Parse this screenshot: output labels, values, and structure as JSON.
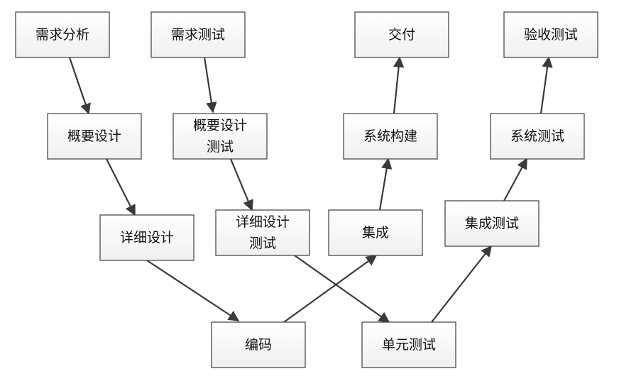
{
  "nodes": {
    "req_analysis": [
      "需求分析"
    ],
    "req_test": [
      "需求测试"
    ],
    "delivery": [
      "交付"
    ],
    "acceptance_test": [
      "验收测试"
    ],
    "overview_design": [
      "概要设计"
    ],
    "overview_design_test": [
      "概要设计",
      "测试"
    ],
    "system_build": [
      "系统构建"
    ],
    "system_test": [
      "系统测试"
    ],
    "detail_design": [
      "详细设计"
    ],
    "detail_design_test": [
      "详细设计",
      "测试"
    ],
    "integration": [
      "集成"
    ],
    "integration_test": [
      "集成测试"
    ],
    "coding": [
      "编码"
    ],
    "unit_test": [
      "单元测试"
    ]
  },
  "edges": [
    [
      "req_analysis",
      "overview_design"
    ],
    [
      "req_test",
      "overview_design_test"
    ],
    [
      "overview_design",
      "detail_design"
    ],
    [
      "overview_design_test",
      "detail_design_test"
    ],
    [
      "detail_design",
      "coding"
    ],
    [
      "detail_design_test",
      "unit_test"
    ],
    [
      "coding",
      "integration"
    ],
    [
      "unit_test",
      "integration_test"
    ],
    [
      "integration",
      "system_build"
    ],
    [
      "integration_test",
      "system_test"
    ],
    [
      "system_build",
      "delivery"
    ],
    [
      "system_test",
      "acceptance_test"
    ]
  ]
}
